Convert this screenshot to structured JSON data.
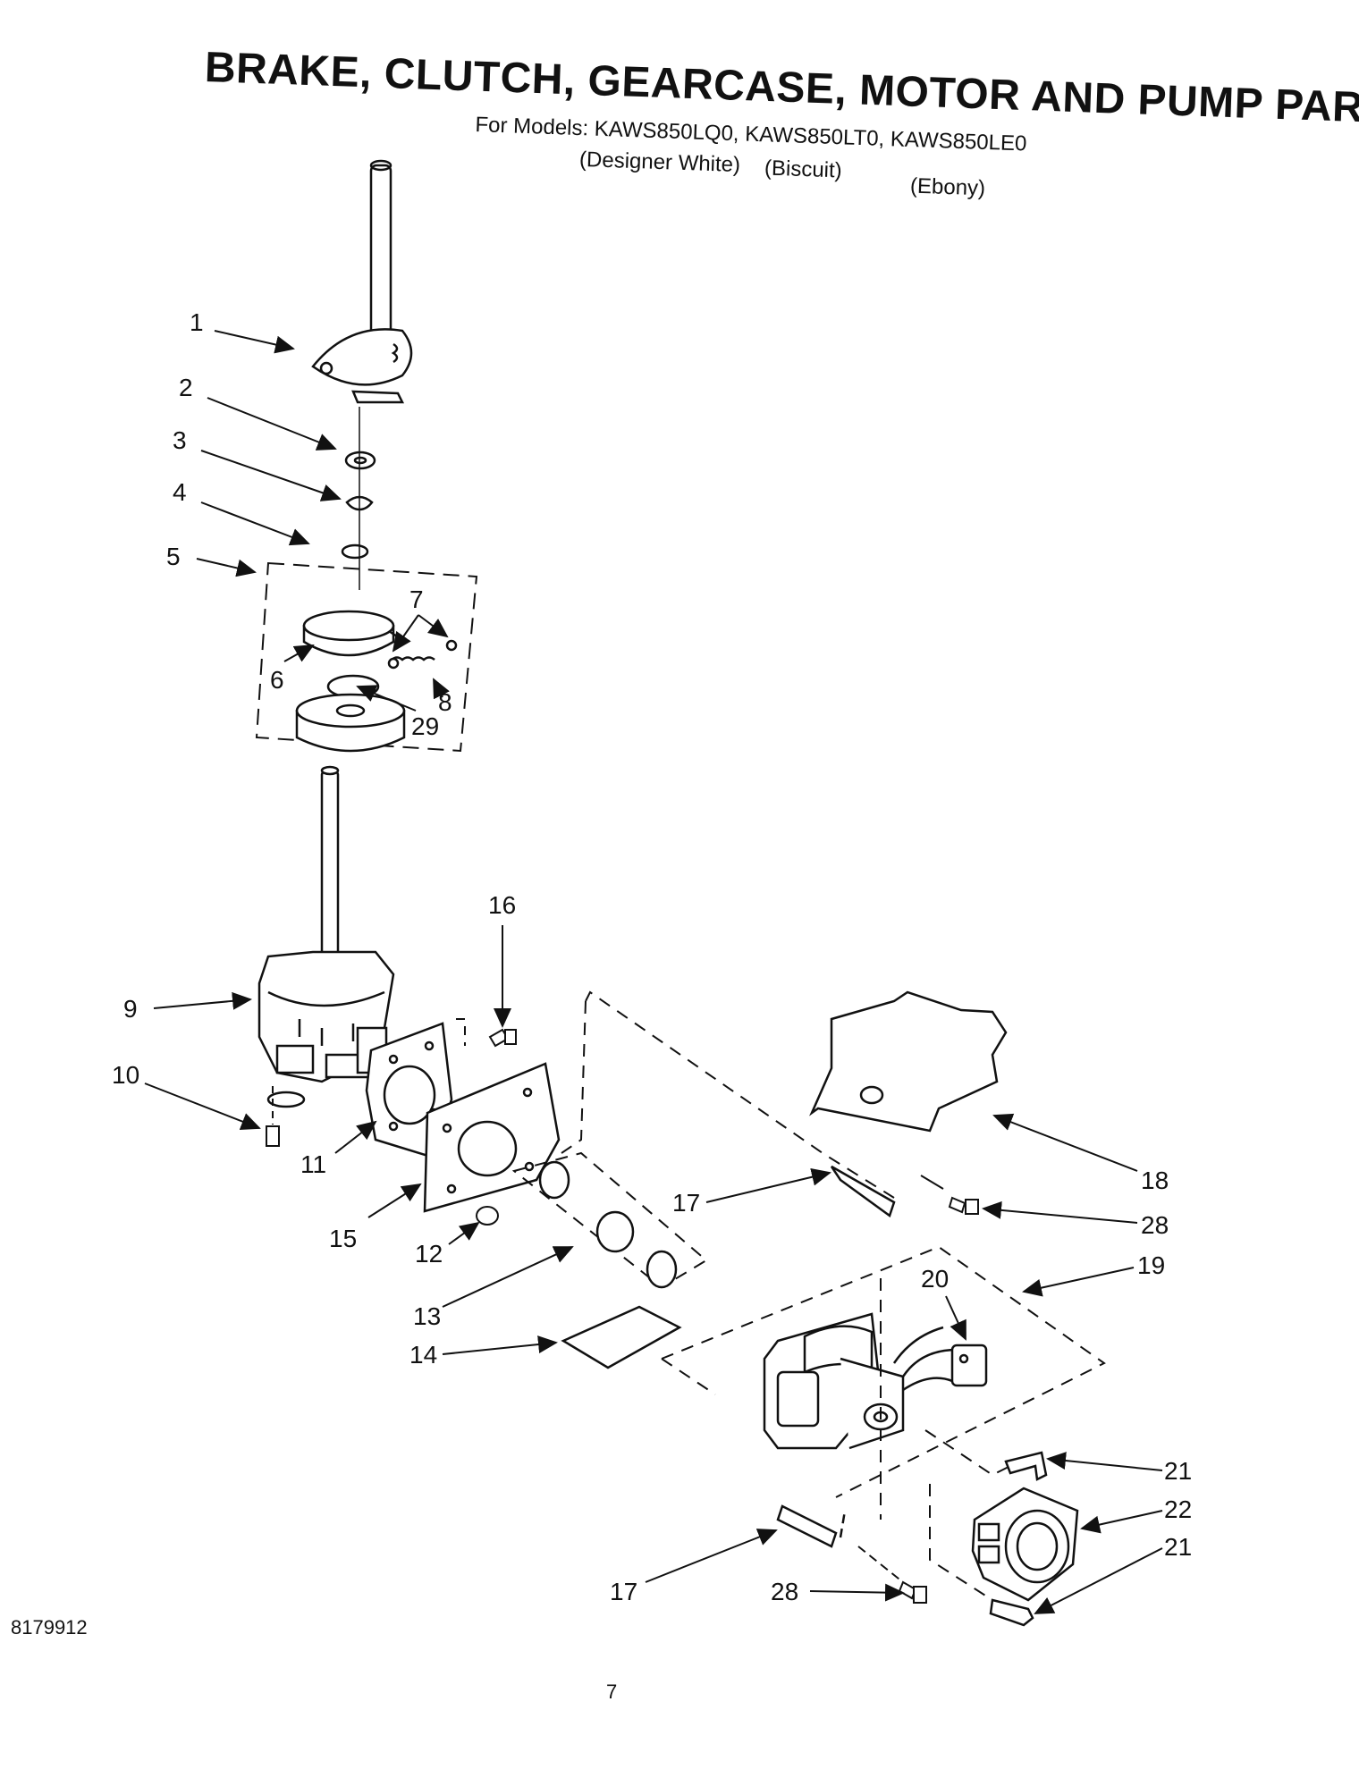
{
  "header": {
    "title": "BRAKE, CLUTCH, GEARCASE, MOTOR AND PUMP PARTS",
    "models_line": "For Models: KAWS850LQ0, KAWS850LT0, KAWS850LE0",
    "color_1": "(Designer White)",
    "color_2": "(Biscuit)",
    "color_3": "(Ebony)"
  },
  "callouts": [
    "1",
    "2",
    "3",
    "4",
    "5",
    "6",
    "7",
    "8",
    "29",
    "16",
    "9",
    "10",
    "11",
    "15",
    "12",
    "13",
    "14",
    "17",
    "18",
    "28",
    "19",
    "20",
    "21",
    "22",
    "21",
    "17",
    "28"
  ],
  "footer": {
    "doc_number": "8179912",
    "page_number": "7"
  }
}
